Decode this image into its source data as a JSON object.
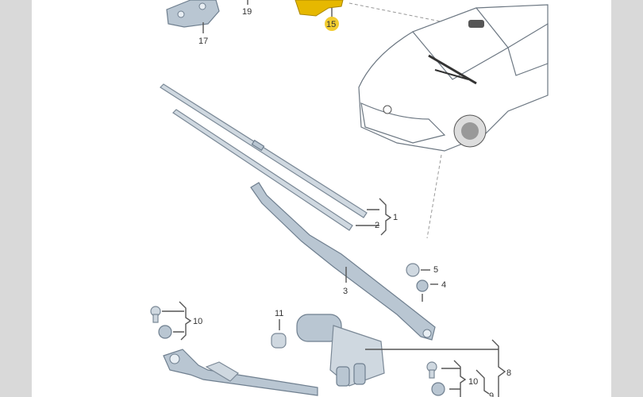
{
  "diagram": {
    "callouts": {
      "c19": "19",
      "c17": "17",
      "c15": "15",
      "c1": "1",
      "c2": "2",
      "c3": "3",
      "c5": "5",
      "c4": "4",
      "c11": "11",
      "c10a": "10",
      "c10b": "10",
      "c8": "8",
      "c9": "9"
    },
    "colors": {
      "highlight_part": "#e6b800",
      "highlight_badge": "#f2cc30",
      "side_margin": "#d9d9d9"
    }
  }
}
